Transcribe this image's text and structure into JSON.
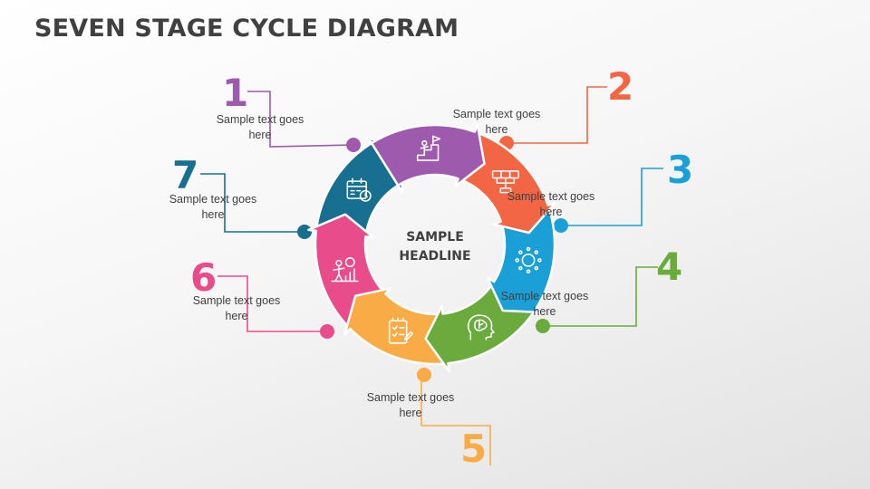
{
  "title": "SEVEN STAGE CYCLE DIAGRAM",
  "headline": "SAMPLE HEADLINE",
  "stages": [
    {
      "number": "1",
      "text": "Sample text goes here",
      "color": "#9E5BAE",
      "icon": "goal-flag-steps-icon"
    },
    {
      "number": "2",
      "text": "Sample text goes here",
      "color": "#F26644",
      "icon": "network-servers-icon"
    },
    {
      "number": "3",
      "text": "Sample text goes here",
      "color": "#1A9FD6",
      "icon": "sun-icon"
    },
    {
      "number": "4",
      "text": "Sample text goes here",
      "color": "#6BAA3D",
      "icon": "brain-head-icon"
    },
    {
      "number": "5",
      "text": "Sample text goes here",
      "color": "#F9AC45",
      "icon": "checklist-icon"
    },
    {
      "number": "6",
      "text": "Sample text goes here",
      "color": "#E94C8B",
      "icon": "money-growth-icon"
    },
    {
      "number": "7",
      "text": "Sample text goes here",
      "color": "#17708F",
      "icon": "calendar-clock-icon"
    }
  ]
}
